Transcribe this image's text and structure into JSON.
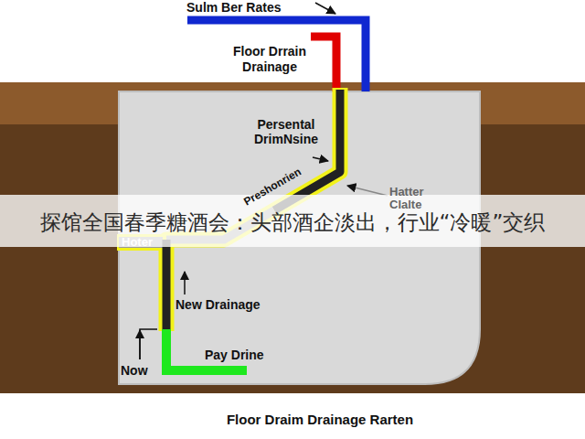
{
  "diagram": {
    "caption": "Floor Draim Drainage Rarten",
    "labels": [
      "Sulm Ber Rates",
      "Floor Drrain Drainage",
      "Persental DrimNsine",
      "Preshonrien",
      "Hatter Clalte",
      "探馆全国春季糖酒会：头部酒企淡出，行业“冷暖”交织",
      "Hoter",
      "New Drainage",
      "Pay Drine",
      "Now"
    ]
  }
}
